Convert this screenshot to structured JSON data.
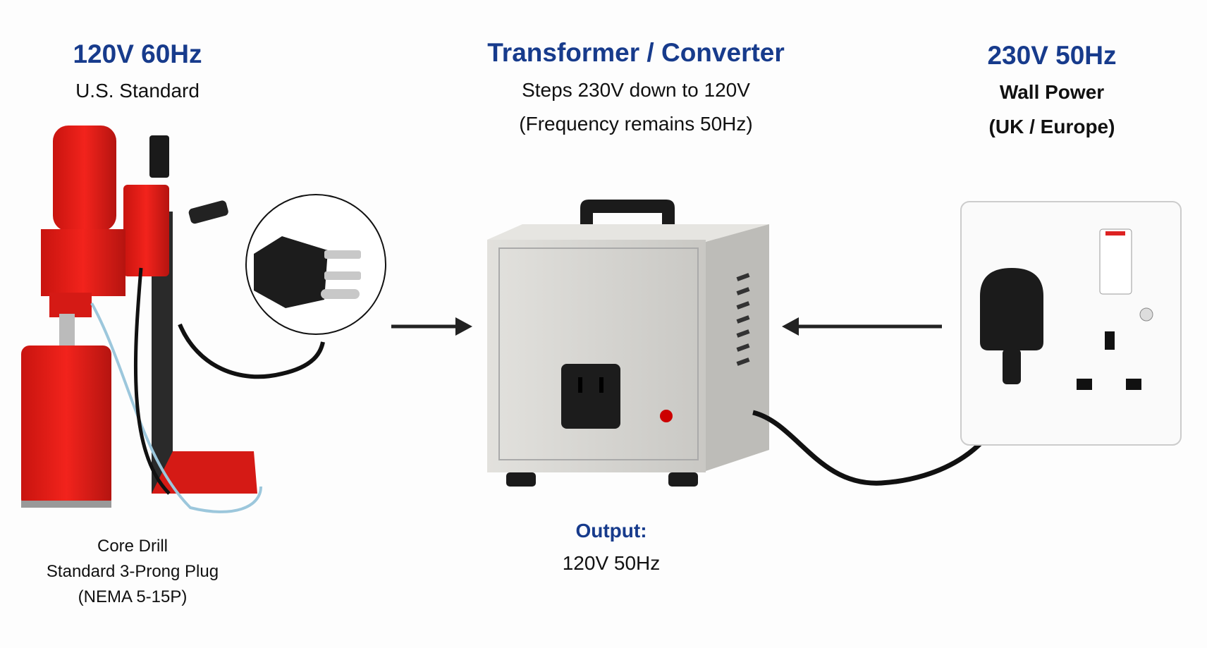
{
  "left": {
    "title": "120V 60Hz",
    "subtitle": "U.S. Standard",
    "caption": [
      "Core Drill",
      "Standard 3-Prong Plug",
      "(NEMA 5-15P)"
    ]
  },
  "center": {
    "title": "Transformer / Converter",
    "lines": [
      "Steps 230V down to 120V",
      "(Frequency remains 50Hz)"
    ],
    "output_label": "Output:",
    "output_value": "120V 50Hz"
  },
  "right": {
    "title": "230V 50Hz",
    "lines": [
      "Wall Power",
      "(UK / Europe)"
    ]
  },
  "colors": {
    "heading": "#173b8c",
    "drill": "#e3201b",
    "box": "#d4d3cf"
  }
}
